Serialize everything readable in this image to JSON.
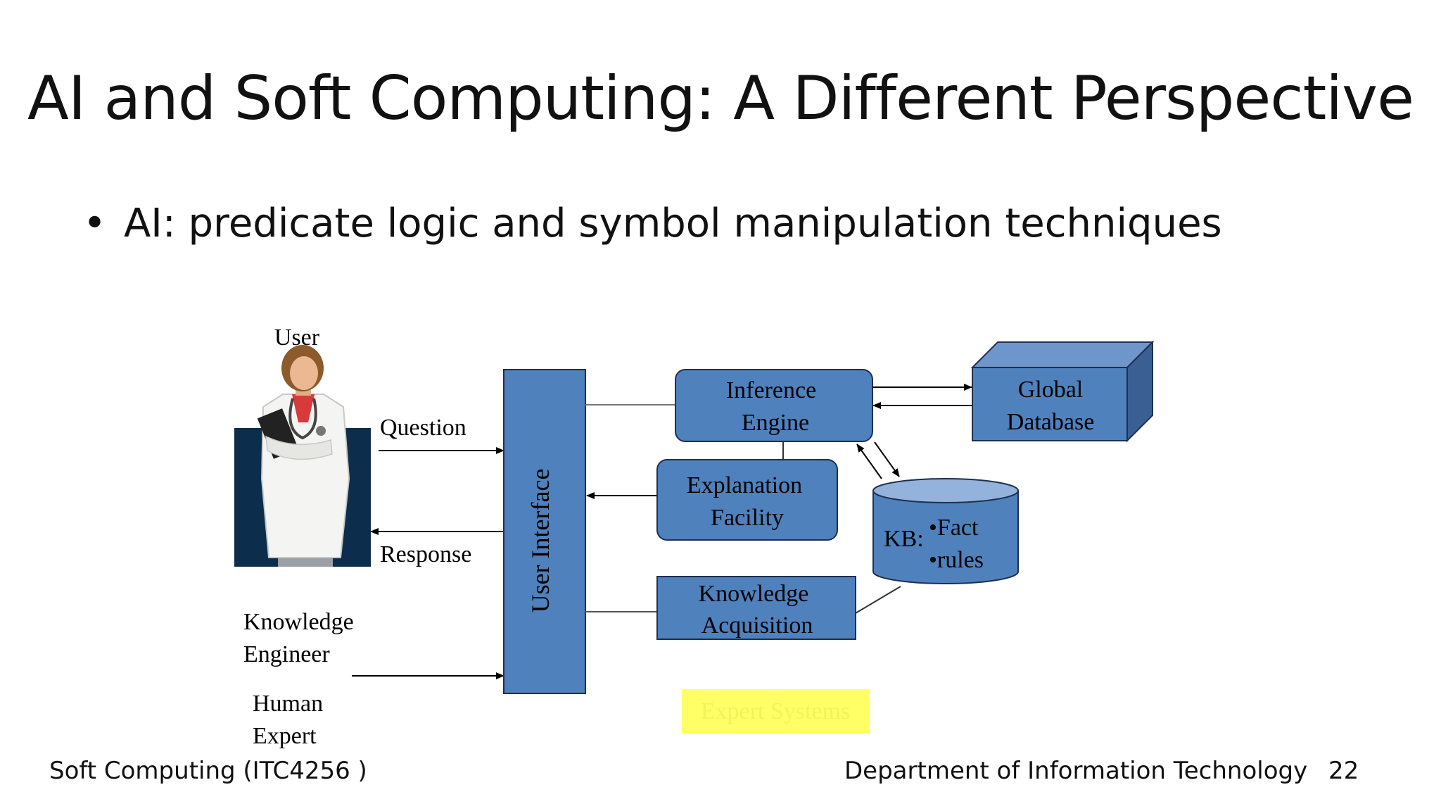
{
  "slide": {
    "title": "AI and Soft Computing: A Different Perspective",
    "bullet": "AI: predicate logic and symbol manipulation techniques"
  },
  "diagram": {
    "user_label": "User",
    "question_label": "Question",
    "response_label": "Response",
    "knowledge_engineer_line1": "Knowledge",
    "knowledge_engineer_line2": "Engineer",
    "human_expert_line1": "Human",
    "human_expert_line2": "Expert",
    "user_interface": "User Interface",
    "inference_engine_line1": "Inference",
    "inference_engine_line2": "Engine",
    "explanation_facility_line1": "Explanation",
    "explanation_facility_line2": "Facility",
    "knowledge_acquisition_line1": "Knowledge",
    "knowledge_acquisition_line2": "Acquisition",
    "global_database_line1": "Global",
    "global_database_line2": "Database",
    "kb_label": "KB:",
    "kb_item1": "•Fact",
    "kb_item2": "•rules",
    "caption": "Expert Systems"
  },
  "footer": {
    "course": "Soft Computing (ITC4256 )",
    "department": "Department of Information Technology",
    "page_number": "22"
  },
  "colors": {
    "box_fill": "#4f81bd",
    "box_stroke": "#1f2f4f",
    "cube_top": "#6f96cc",
    "cube_side": "#3a5f92",
    "cylinder_top": "#93b3dd",
    "user_backdrop": "#0c2e4c",
    "caption_highlight": "#ffff66"
  }
}
